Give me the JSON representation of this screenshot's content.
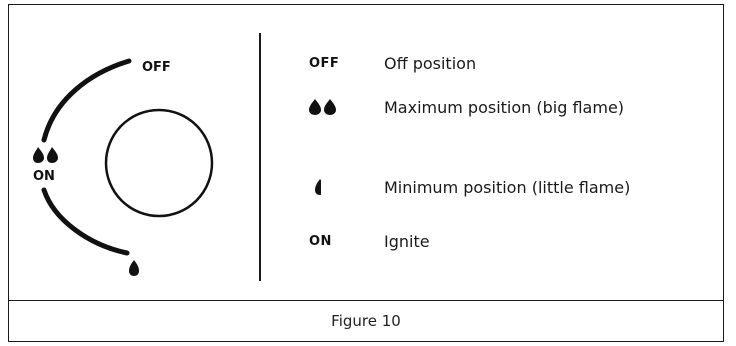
{
  "figure": {
    "caption": "Figure 10",
    "dial": {
      "off_label": "OFF",
      "on_label": "ON",
      "icons": [
        "big-flame-icon",
        "small-flame-icon"
      ]
    },
    "legend": [
      {
        "symbol": "OFF",
        "symbol_icon": "",
        "description": "Off position"
      },
      {
        "symbol": "",
        "symbol_icon": "big-flame-icon",
        "description": "Maximum position (big flame)"
      },
      {
        "symbol": "",
        "symbol_icon": "small-flame-icon",
        "description": "Minimum position (little flame)"
      },
      {
        "symbol": "ON",
        "symbol_icon": "",
        "description": "Ignite"
      }
    ]
  }
}
